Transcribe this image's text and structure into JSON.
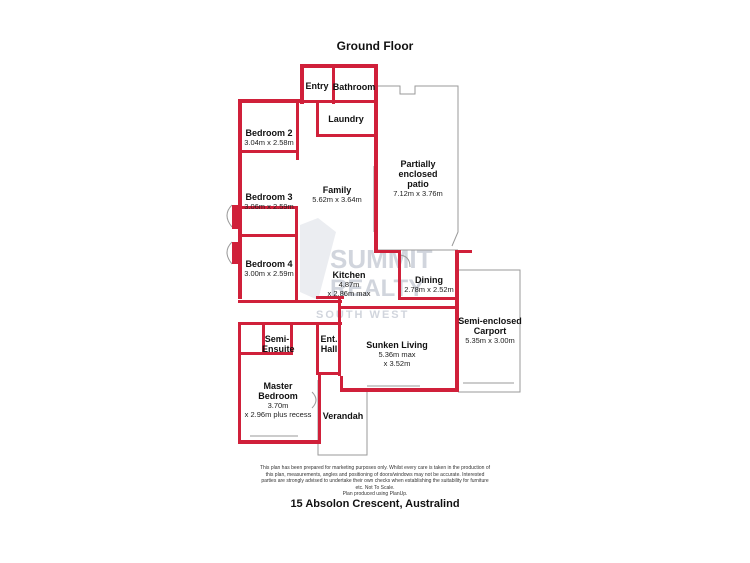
{
  "floor_title": "Ground Floor",
  "address": "15 Absolon Crescent, Australind",
  "colors": {
    "wall": "#d0203a",
    "thin": "#999999",
    "text": "#111111",
    "watermark": "#9aa3b4"
  },
  "watermark": {
    "line1": "SUMMIT",
    "line2": "REALTY",
    "line3": "SOUTH WEST"
  },
  "rooms": {
    "entry": {
      "name": "Entry"
    },
    "bathroom": {
      "name": "Bathroom"
    },
    "laundry": {
      "name": "Laundry"
    },
    "bedroom2": {
      "name": "Bedroom 2",
      "dims": "3.04m x 2.58m"
    },
    "family": {
      "name": "Family",
      "dims": "5.62m x 3.64m"
    },
    "patio": {
      "name1": "Partially",
      "name2": "enclosed",
      "name3": "patio",
      "dims": "7.12m x 3.76m"
    },
    "bedroom3": {
      "name": "Bedroom 3",
      "dims": "3.06m x 2.59m"
    },
    "bedroom4": {
      "name": "Bedroom 4",
      "dims": "3.00m x 2.59m"
    },
    "kitchen": {
      "name": "Kitchen",
      "dims1": "4.87m",
      "dims2": "x 2.86m max"
    },
    "dining": {
      "name": "Dining",
      "dims": "2.78m x 2.52m"
    },
    "carport": {
      "name1": "Semi-enclosed",
      "name2": "Carport",
      "dims": "5.35m x 3.00m"
    },
    "semi_ensuite": {
      "name1": "Semi-",
      "name2": "Ensuite"
    },
    "ent_hall": {
      "name1": "Ent.",
      "name2": "Hall"
    },
    "sunken_living": {
      "name": "Sunken Living",
      "dims1": "5.36m max",
      "dims2": "x 3.52m"
    },
    "master": {
      "name1": "Master",
      "name2": "Bedroom",
      "dims1": "3.70m",
      "dims2": "x 2.96m plus recess"
    },
    "verandah": {
      "name": "Verandah"
    }
  },
  "disclaimer": [
    "This plan has been prepared for marketing purposes only. Whilst every care is taken in the production of",
    "this plan, measurements, angles and positioning of doors/windows may not be accurate. Interested",
    "parties are strongly advised to undertake their own checks when establishing the suitability for furniture",
    "etc. Not To Scale.",
    "Plan produced using PlanUp."
  ]
}
